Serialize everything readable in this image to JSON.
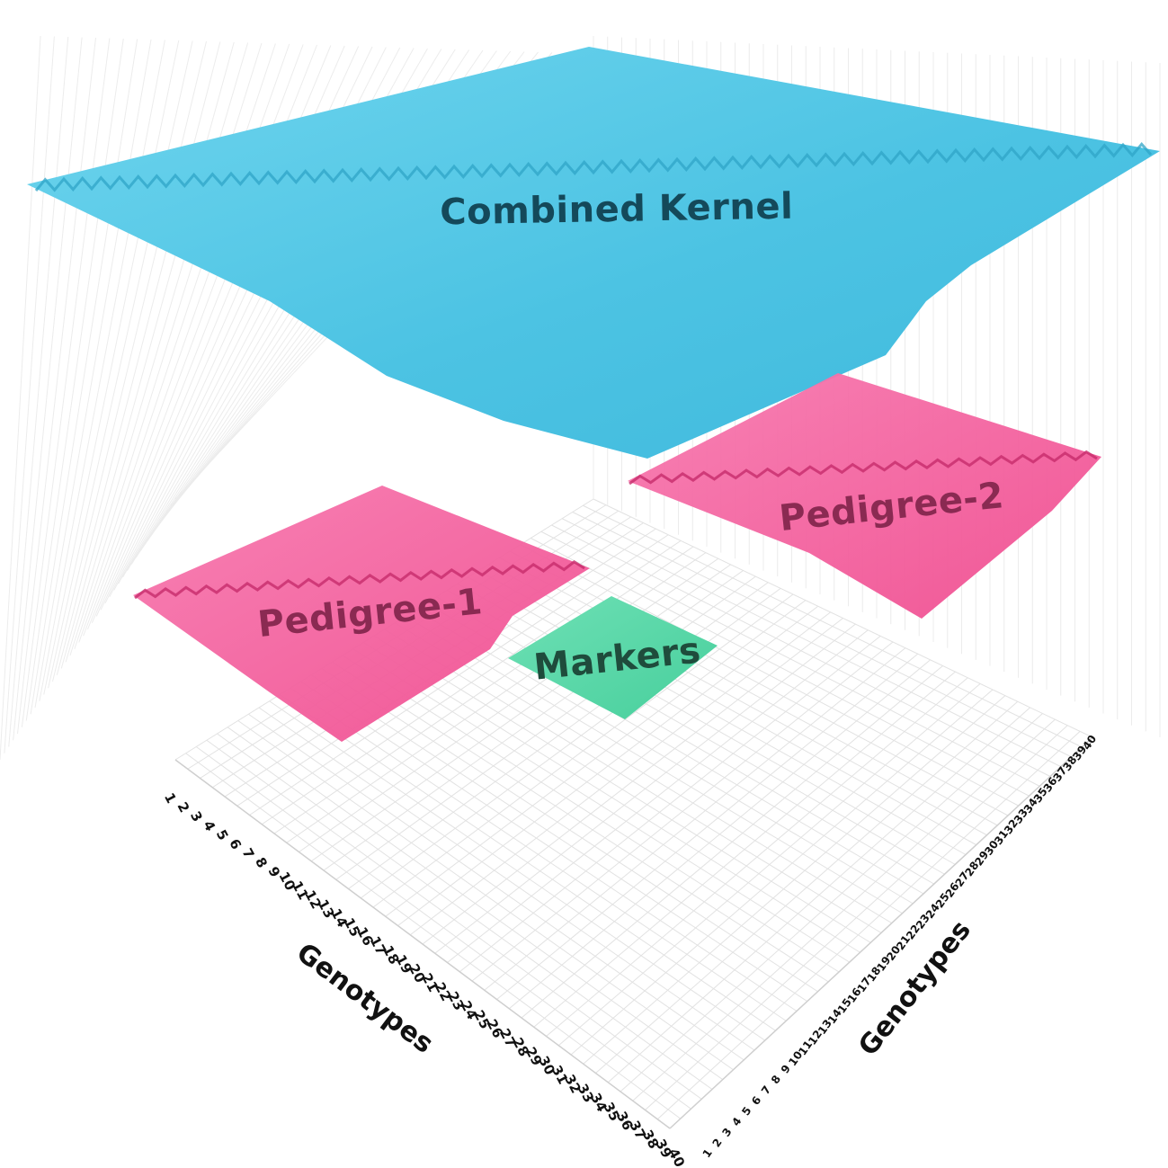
{
  "surfaces": {
    "combined": {
      "label": "Combined Kernel",
      "color": "#4fc6e4",
      "label_color": "#14495a"
    },
    "pedigree1": {
      "label": "Pedigree-1",
      "color": "#f45e9c",
      "label_color": "#8a2a52"
    },
    "pedigree2": {
      "label": "Pedigree-2",
      "color": "#f45e9c",
      "label_color": "#8a2a52"
    },
    "markers": {
      "label": "Markers",
      "color": "#55d6a6",
      "label_color": "#1f4c3c"
    }
  },
  "axes": {
    "left": {
      "title": "Genotypes",
      "ticks": [
        "1",
        "2",
        "3",
        "4",
        "5",
        "6",
        "7",
        "8",
        "9",
        "10",
        "11",
        "12",
        "13",
        "14",
        "15",
        "16",
        "17",
        "18",
        "19",
        "20",
        "21",
        "22",
        "23",
        "24",
        "25",
        "26",
        "27",
        "28",
        "29",
        "30",
        "31",
        "32",
        "33",
        "34",
        "35",
        "36",
        "37",
        "38",
        "39",
        "40"
      ]
    },
    "right": {
      "title": "Genotypes",
      "ticks": [
        "1",
        "2",
        "3",
        "4",
        "5",
        "6",
        "7",
        "8",
        "9",
        "10",
        "11",
        "12",
        "13",
        "14",
        "15",
        "16",
        "17",
        "18",
        "19",
        "20",
        "21",
        "22",
        "23",
        "24",
        "25",
        "26",
        "27",
        "28",
        "29",
        "30",
        "31",
        "32",
        "33",
        "34",
        "35",
        "36",
        "37",
        "38",
        "39",
        "40"
      ]
    }
  }
}
